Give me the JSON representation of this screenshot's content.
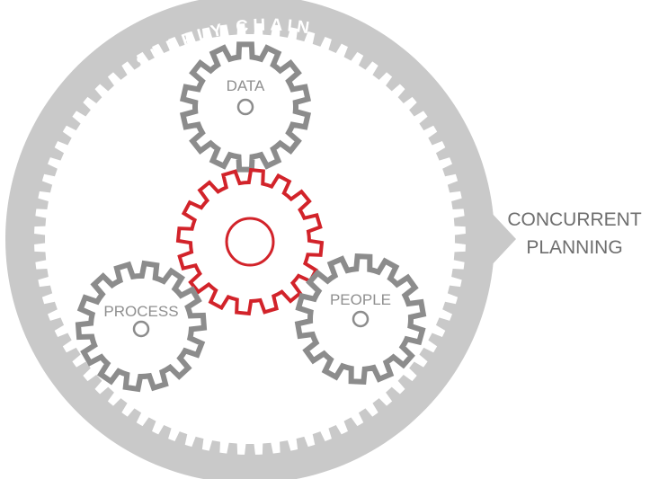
{
  "ring": {
    "label": "SUPPLY CHAIN",
    "color": "#c9c9c9"
  },
  "gears": [
    {
      "id": "data",
      "label": "DATA",
      "color": "#8c8c8c"
    },
    {
      "id": "core",
      "label": "",
      "color": "#d2232a"
    },
    {
      "id": "process",
      "label": "PROCESS",
      "color": "#8c8c8c"
    },
    {
      "id": "people",
      "label": "PEOPLE",
      "color": "#8c8c8c"
    }
  ],
  "callout": {
    "line1": "CONCURRENT",
    "line2": "PLANNING"
  }
}
